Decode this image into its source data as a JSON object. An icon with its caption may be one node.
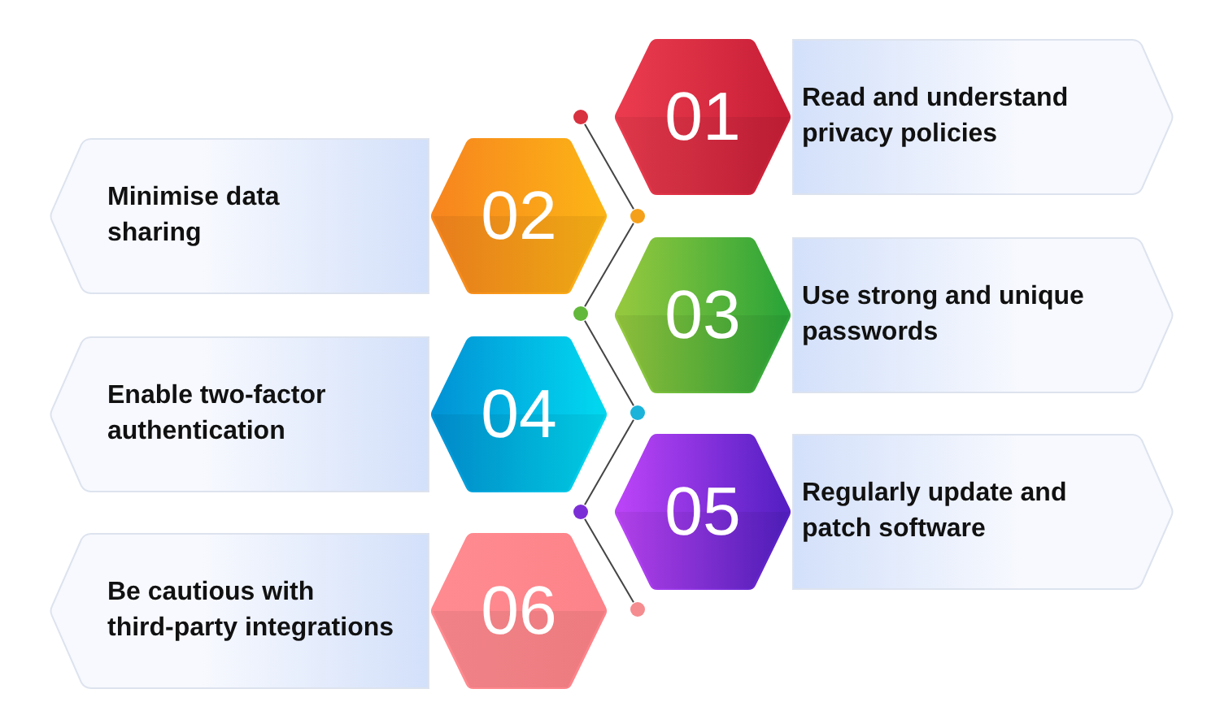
{
  "diagram": {
    "nodes": [
      {
        "text": [],
        "shape": "circle"
      },
      {
        "text": [
          "01"
        ]
      },
      {
        "text": [
          "Read and understand privacy policies"
        ]
      },
      {
        "text": [
          "Minimise data sharing"
        ]
      },
      {
        "text": [
          "02"
        ]
      },
      {
        "text": [],
        "shape": "circle"
      },
      {
        "text": [],
        "shape": "circle"
      },
      {
        "text": [
          "03"
        ]
      },
      {
        "text": [
          "Use strong and unique passwords"
        ]
      },
      {
        "text": [
          "Enable two-factor authentication"
        ]
      },
      {
        "text": [
          "04"
        ]
      },
      {
        "text": [],
        "shape": "circle"
      },
      {
        "text": [],
        "shape": "circle"
      },
      {
        "text": [
          "05"
        ]
      },
      {
        "text": [
          "Regularly update and patch software"
        ]
      },
      {
        "text": [
          "Be cautious with third-party integrations"
        ]
      },
      {
        "text": [
          "06"
        ]
      },
      {
        "text": [],
        "shape": "circle"
      }
    ],
    "edges": [
      {
        "from": 0,
        "to": 5,
        "arrow": "none"
      },
      {
        "from": 5,
        "to": 6,
        "arrow": "none"
      },
      {
        "from": 6,
        "to": 11,
        "arrow": "none"
      },
      {
        "from": 11,
        "to": 12,
        "arrow": "none"
      },
      {
        "from": 12,
        "to": 17,
        "arrow": "none"
      }
    ]
  }
}
